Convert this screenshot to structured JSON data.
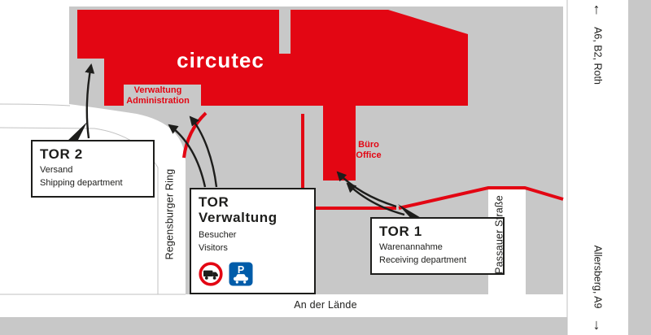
{
  "colors": {
    "brand_red": "#e30613",
    "site_gray": "#c8c8c8",
    "sign_blue": "#005ca9",
    "ink": "#1d1d1b"
  },
  "logo": {
    "text": "circutec"
  },
  "building_labels": {
    "verwaltung": {
      "line1": "Verwaltung",
      "line2": "Administration"
    },
    "buero": {
      "line1": "Büro",
      "line2": "Office"
    }
  },
  "gates": {
    "tor2": {
      "title": "TOR 2",
      "sub1": "Versand",
      "sub2": "Shipping department"
    },
    "tor_verwaltung": {
      "title1": "TOR",
      "title2": "Verwaltung",
      "sub1": "Besucher",
      "sub2": "Visitors"
    },
    "tor1": {
      "title": "TOR 1",
      "sub1": "Warenannahme",
      "sub2": "Receiving department"
    }
  },
  "streets": {
    "regensburger_ring": "Regensburger Ring",
    "passauer_strasse": "Passauer Straße",
    "an_der_laende": "An der Lände"
  },
  "highway": {
    "north_label": "A6, B2, Roth",
    "south_label": "Allersberg, A9",
    "north_arrow": "↑",
    "south_arrow": "↓"
  },
  "signs": {
    "no_trucks": "no-trucks-sign",
    "parking": "parking-sign",
    "parking_letter": "P"
  }
}
